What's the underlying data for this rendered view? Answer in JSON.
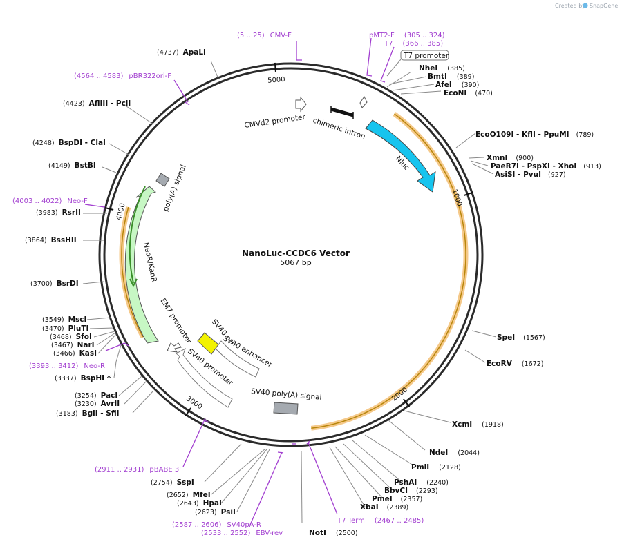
{
  "credit": {
    "created_by": "Created by",
    "brand": "SnapGene"
  },
  "plasmid": {
    "name": "NanoLuc-CCDC6 Vector",
    "size_label": "5067 bp",
    "length": 5067
  },
  "ticks": [
    {
      "pos": 5000,
      "label": "5000"
    },
    {
      "pos": 1000,
      "label": "1000"
    },
    {
      "pos": 2000,
      "label": "2000"
    },
    {
      "pos": 3000,
      "label": "3000"
    },
    {
      "pos": 4000,
      "label": "4000"
    }
  ],
  "enzymes": [
    {
      "name": "ApaLI",
      "pos": "(4737)"
    },
    {
      "name": "AflIII  - PciI",
      "pos": "(4423)"
    },
    {
      "name": "BspDI  - ClaI",
      "pos": "(4248)"
    },
    {
      "name": "BstBI",
      "pos": "(4149)"
    },
    {
      "name": "RsrII",
      "pos": "(3983)"
    },
    {
      "name": "BssHII",
      "pos": "(3864)"
    },
    {
      "name": "BsrDI",
      "pos": "(3700)"
    },
    {
      "name": "MscI",
      "pos": "(3549)"
    },
    {
      "name": "PluTI",
      "pos": "(3470)"
    },
    {
      "name": "SfoI",
      "pos": "(3468)"
    },
    {
      "name": "NarI",
      "pos": "(3467)"
    },
    {
      "name": "KasI",
      "pos": "(3466)"
    },
    {
      "name": "BspHI *",
      "pos": "(3337)"
    },
    {
      "name": "PacI",
      "pos": "(3254)"
    },
    {
      "name": "AvrII",
      "pos": "(3230)"
    },
    {
      "name": "BglI  - SfiI",
      "pos": "(3183)"
    },
    {
      "name": "SspI",
      "pos": "(2754)"
    },
    {
      "name": "MfeI",
      "pos": "(2652)"
    },
    {
      "name": "HpaI",
      "pos": "(2643)"
    },
    {
      "name": "PsiI",
      "pos": "(2623)"
    },
    {
      "name": "NotI",
      "pos": "(2500)"
    },
    {
      "name": "XbaI",
      "pos": "(2389)"
    },
    {
      "name": "PmeI",
      "pos": "(2357)"
    },
    {
      "name": "BbvCI",
      "pos": "(2293)"
    },
    {
      "name": "PshAI",
      "pos": "(2240)"
    },
    {
      "name": "PmlI",
      "pos": "(2128)"
    },
    {
      "name": "NdeI",
      "pos": "(2044)"
    },
    {
      "name": "XcmI",
      "pos": "(1918)"
    },
    {
      "name": "EcoRV",
      "pos": "(1672)"
    },
    {
      "name": "SpeI",
      "pos": "(1567)"
    },
    {
      "name": "AsiSI  - PvuI",
      "pos": "(927)"
    },
    {
      "name": "PaeR7I  - PspXI  - XhoI",
      "pos": "(913)"
    },
    {
      "name": "XmnI",
      "pos": "(900)"
    },
    {
      "name": "EcoO109I  - KflI  - PpuMI",
      "pos": "(789)"
    },
    {
      "name": "EcoNI",
      "pos": "(470)"
    },
    {
      "name": "AfeI",
      "pos": "(390)"
    },
    {
      "name": "BmtI",
      "pos": "(389)"
    },
    {
      "name": "NheI",
      "pos": "(385)"
    }
  ],
  "primers": [
    {
      "name": "CMV-F",
      "range": "(5 .. 25)"
    },
    {
      "name": "pMT2-F",
      "range": "(305 .. 324)"
    },
    {
      "name": "T7",
      "range": "(366 .. 385)"
    },
    {
      "name": "pBR322ori-F",
      "range": "(4564 .. 4583)"
    },
    {
      "name": "Neo-F",
      "range": "(4003 .. 4022)"
    },
    {
      "name": "Neo-R",
      "range": "(3393 .. 3412)"
    },
    {
      "name": "pBABE 3'",
      "range": "(2911 .. 2931)"
    },
    {
      "name": "SV40pA-R",
      "range": "(2587 .. 2606)"
    },
    {
      "name": "EBV-rev",
      "range": "(2533 .. 2552)"
    },
    {
      "name": "T7 Term",
      "range": "(2467 .. 2485)"
    }
  ],
  "features": {
    "t7_promoter": "T7 promoter",
    "cmvd2_promoter": "CMVd2 promoter",
    "chimeric_intron": "chimeric intron",
    "nluc": "Nluc",
    "polya_signal": "poly(A) signal",
    "neor_kanr": "NeoR/KanR",
    "em7_promoter": "EM7 promoter",
    "sv40_ori": "SV40 ori",
    "sv40_enhancer": "SV40 enhancer",
    "sv40_promoter": "SV40 promoter",
    "sv40_polya_signal": "SV40 poly(A) signal"
  },
  "colors": {
    "backbone": "#2b2b2b",
    "orf_highlight": "#f5c98a",
    "orf_line": "#b8860b",
    "nluc": "#17c4ee",
    "neor": "#c7f7c4",
    "neor_inner": "#3a8f2a",
    "sv40_ori": "#f2f200",
    "polya": "#a5aab0",
    "primer": "#a23fd0",
    "leader_line": "#8a8a8a"
  }
}
